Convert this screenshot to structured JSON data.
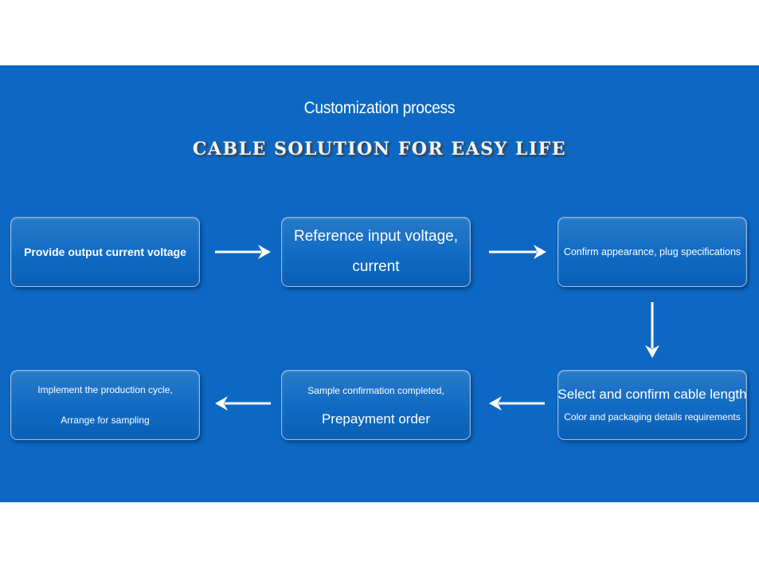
{
  "title": "Customization process",
  "subtitle": "CABLE SOLUTION FOR EASY LIFE",
  "steps": {
    "s1": "Provide output current voltage",
    "s2a": "Reference input voltage,",
    "s2b": "current",
    "s3": "Confirm appearance, plug specifications",
    "s4a": "Select and confirm cable length",
    "s4b": "Color and packaging details requirements",
    "s5a": "Sample confirmation completed,",
    "s5b": "Prepayment order",
    "s6a": "Implement the production cycle,",
    "s6b": "Arrange for sampling"
  },
  "colors": {
    "background": "#0c68c2",
    "text": "#ffffff"
  }
}
